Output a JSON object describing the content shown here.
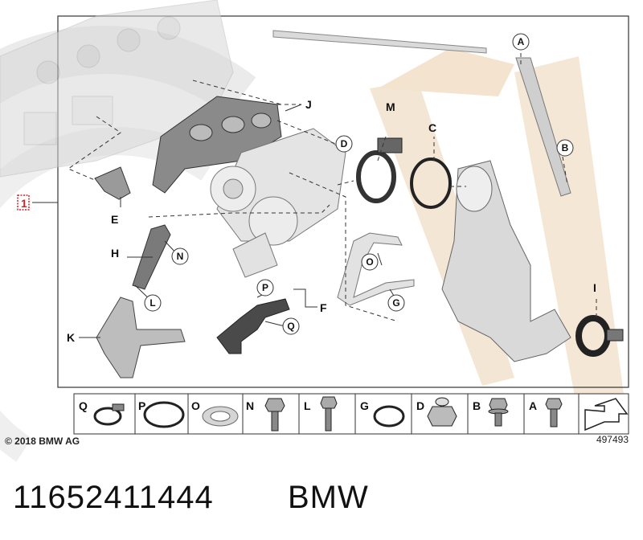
{
  "diagram": {
    "main_item_label": "1",
    "callouts": {
      "A": "A",
      "B": "B",
      "C": "C",
      "D": "D",
      "E": "E",
      "F": "F",
      "G": "G",
      "H": "H",
      "I": "I",
      "J": "J",
      "K": "K",
      "L": "L",
      "M": "M",
      "N": "N",
      "O": "O",
      "P": "P",
      "Q": "Q"
    },
    "legend": [
      "Q",
      "P",
      "O",
      "N",
      "L",
      "G",
      "D",
      "B",
      "A"
    ],
    "copyright": "© 2018 BMW AG",
    "diagram_number": "497493",
    "colors": {
      "accent_sand": "#f3e3cf",
      "accent_grey": "#e6e6e6",
      "highlight_red": "#d2232a",
      "line": "#333333"
    }
  },
  "caption": {
    "part_number": "11652411444",
    "brand": "BMW"
  }
}
